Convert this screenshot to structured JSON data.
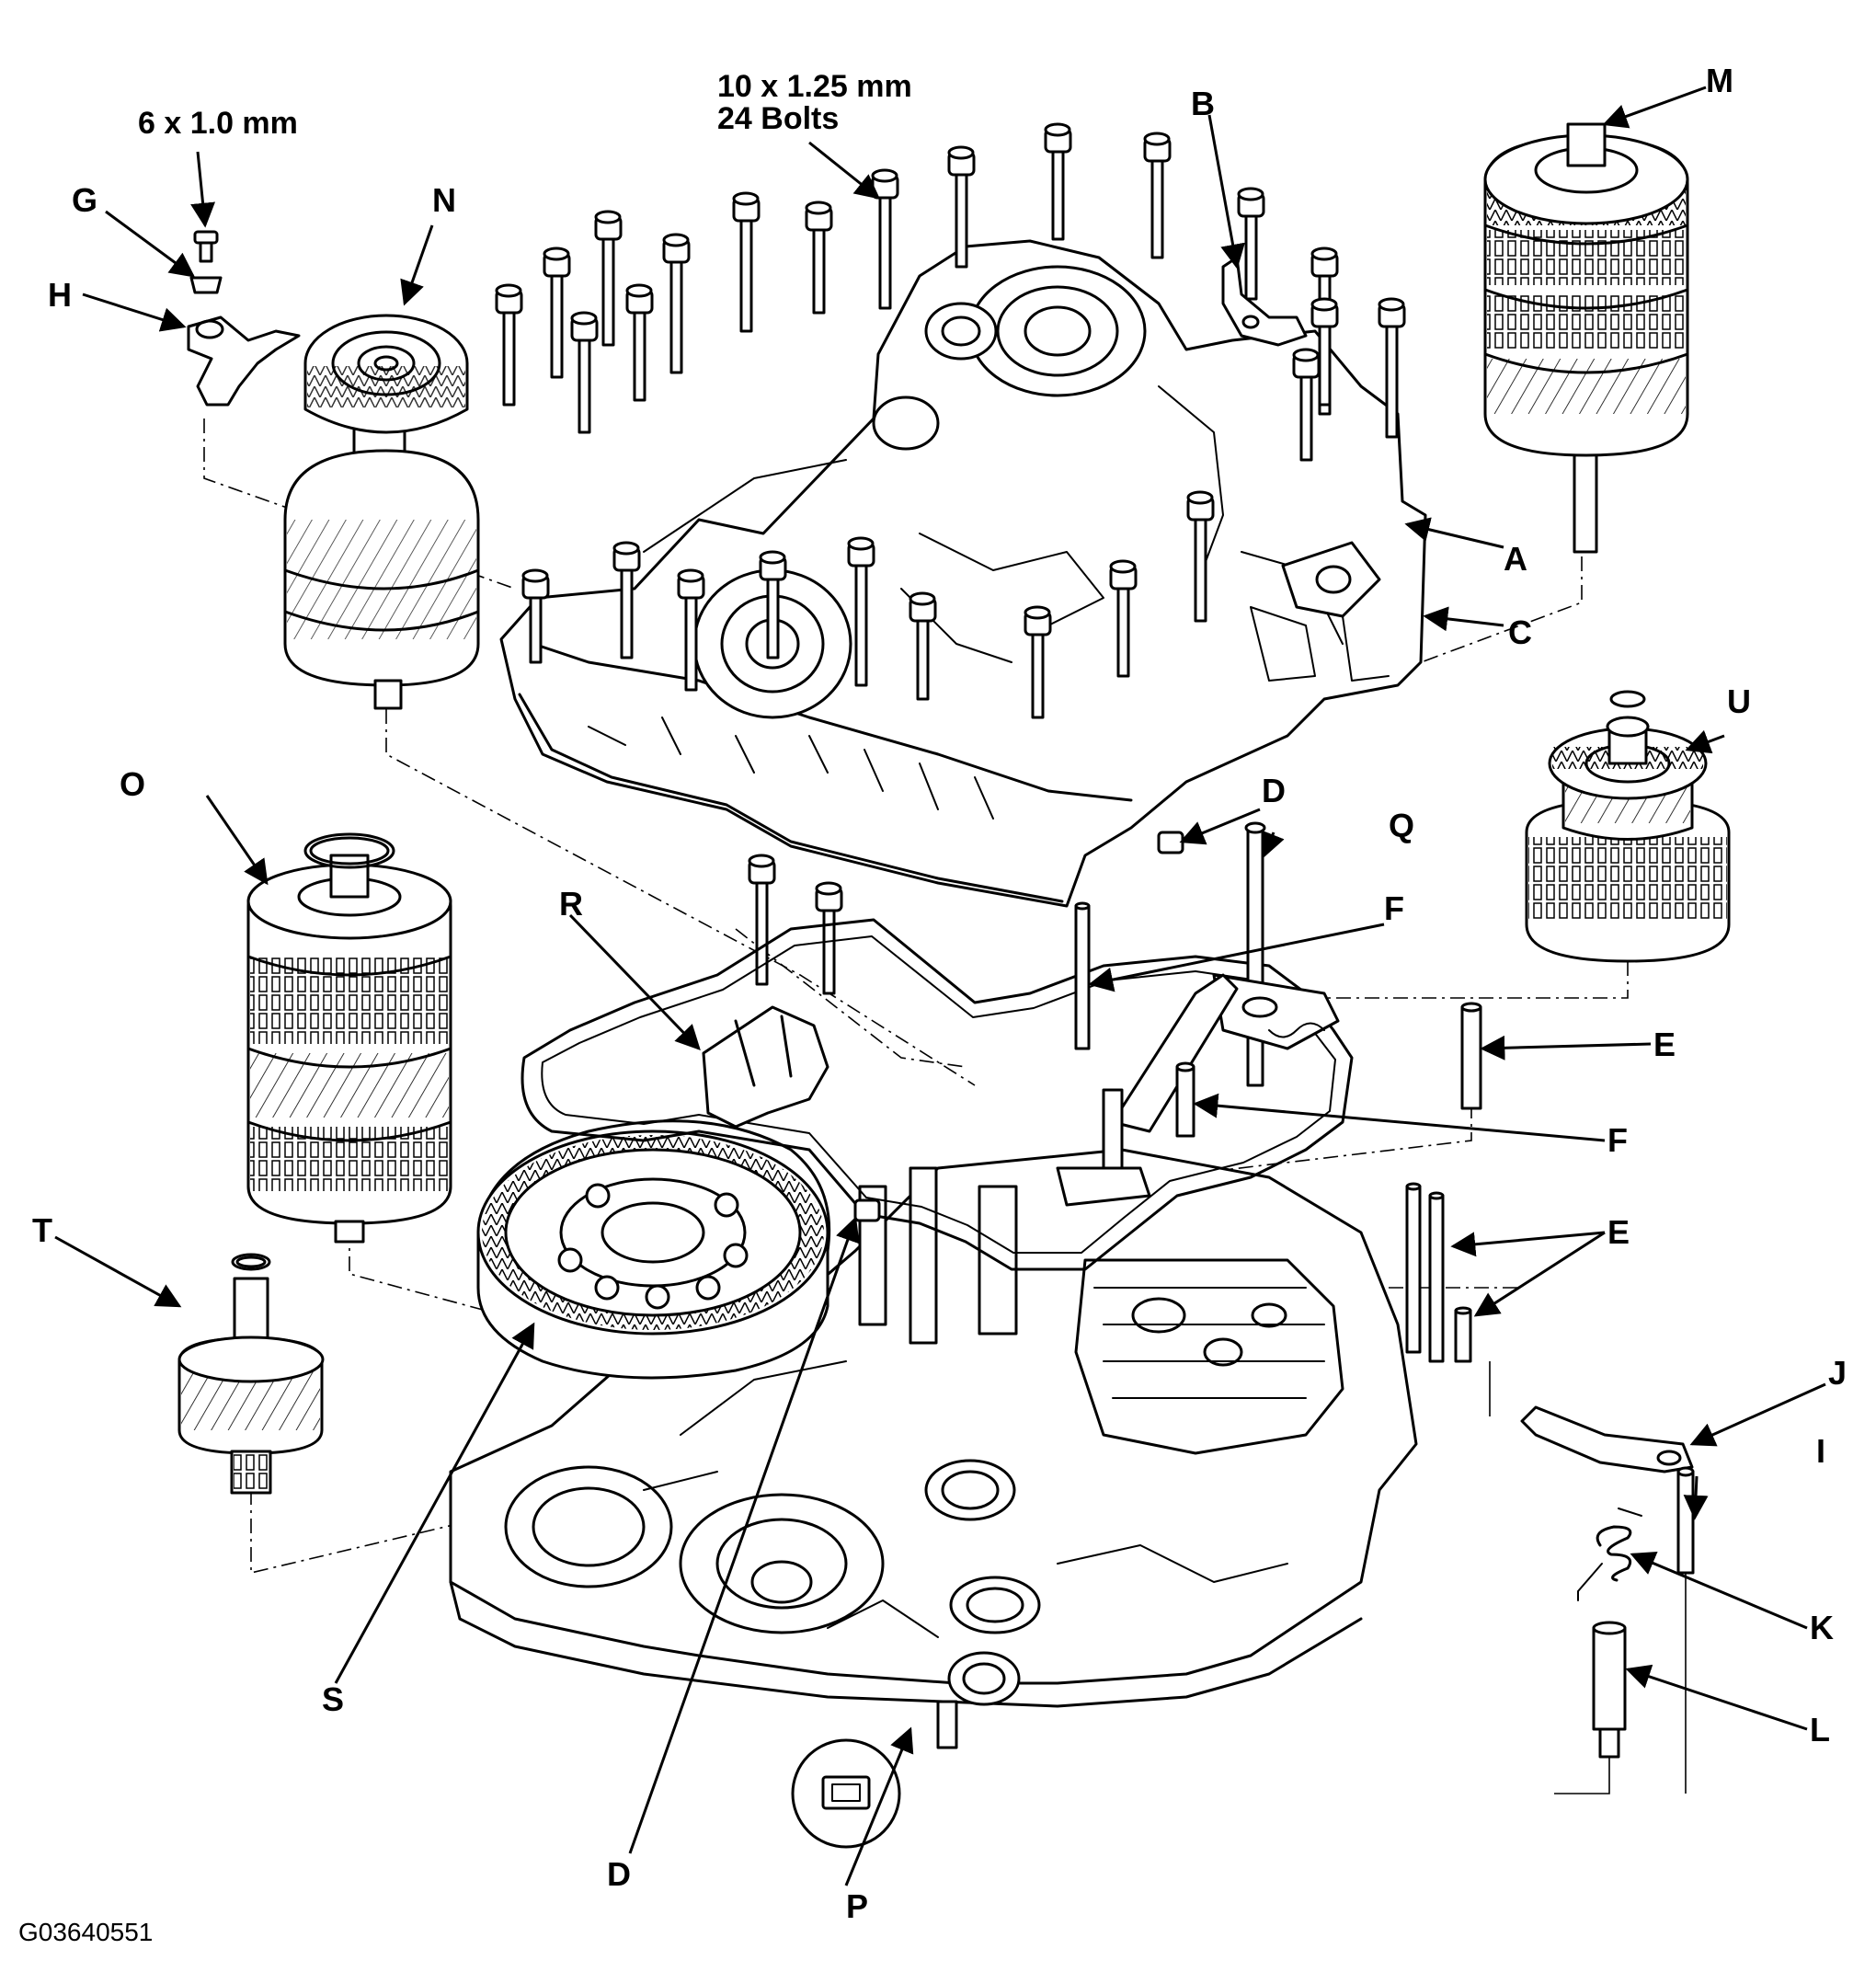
{
  "callouts": {
    "A": "A",
    "B": "B",
    "C": "C",
    "D": "D",
    "E": "E",
    "F": "F",
    "G": "G",
    "H": "H",
    "I": "I",
    "J": "J",
    "K": "K",
    "L": "L",
    "M": "M",
    "N": "N",
    "O": "O",
    "P": "P",
    "Q": "Q",
    "R": "R",
    "S": "S",
    "T": "T",
    "U": "U"
  },
  "specs": {
    "small_bolt": "6 x 1.0 mm",
    "case_bolts_line1": "10 x 1.25 mm",
    "case_bolts_line2": "24 Bolts"
  },
  "figure_code": "G03640551"
}
